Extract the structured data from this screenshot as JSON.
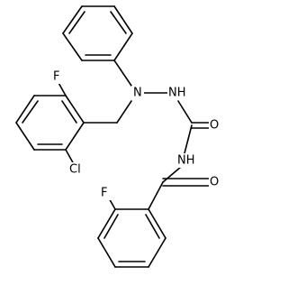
{
  "labels": {
    "n_amine": "N",
    "nh_hydrazine": "NH",
    "o_urea": "O",
    "nh_imide": "NH",
    "o_benzoyl": "O",
    "f_benzyl": "F",
    "cl_benzyl": "Cl",
    "f_benzoyl": "F"
  },
  "colors": {
    "bond": "#000000",
    "text": "#000000",
    "background": "#ffffff"
  }
}
